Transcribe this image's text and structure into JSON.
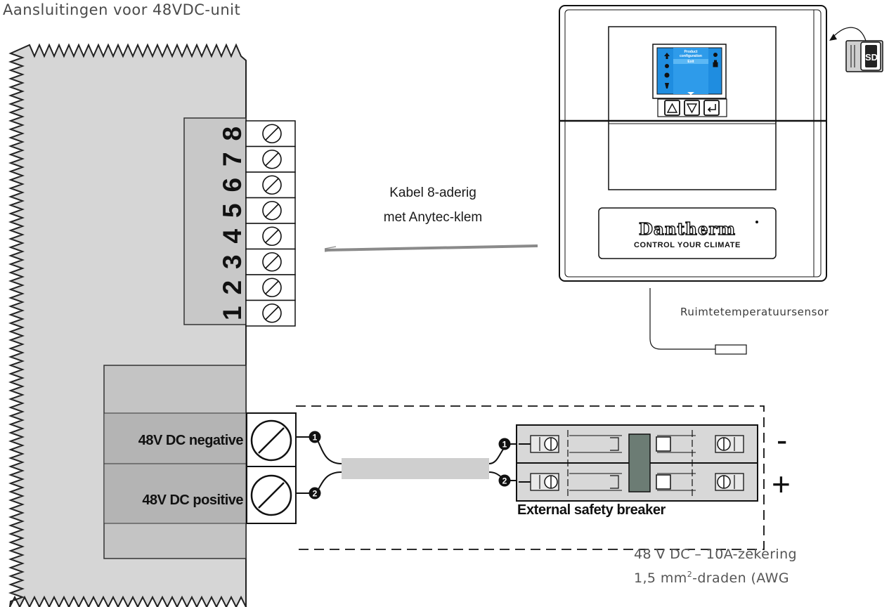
{
  "title": "Aansluitingen voor 48VDC-unit",
  "terminal_block": {
    "numbers": [
      "8",
      "7",
      "6",
      "5",
      "4",
      "3",
      "2",
      "1"
    ]
  },
  "cable": {
    "label_line1": "Kabel 8-aderig",
    "label_line2": "met Anytec-klem"
  },
  "controller": {
    "brand": "Dantherm",
    "slogan": "CONTROL YOUR CLIMATE",
    "screen_line1": "Product",
    "screen_line2": "configuration",
    "screen_line3": "Exit"
  },
  "sensor": {
    "label": "Ruimtetemperatuursensor"
  },
  "power_supply": {
    "negative_label": "48V DC negative",
    "positive_label": "48V DC positive",
    "wire_1": "1",
    "wire_2": "2"
  },
  "breaker": {
    "label": "External safety breaker",
    "minus": "-",
    "plus": "+"
  },
  "note": {
    "line1": "48 V DC – 10A-zekering",
    "line2_part1": "1,5 mm",
    "line2_sup": "2",
    "line2_part2": "-draden (AWG"
  }
}
